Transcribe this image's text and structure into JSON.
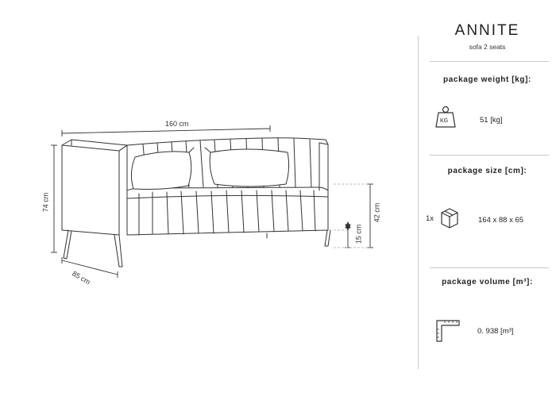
{
  "product": {
    "name": "ANNITE",
    "subtitle": "sofa 2 seats"
  },
  "dimensions": {
    "width": "160 cm",
    "height": "74 cm",
    "depth": "85 cm",
    "seat_height": "42 cm",
    "leg_height": "15 cm"
  },
  "package_weight": {
    "heading": "package weight [kg]:",
    "icon_label": "KG",
    "value": "51 [kg]"
  },
  "package_size": {
    "heading": "package size [cm]:",
    "count": "1x",
    "value": "164 x 88 x 65"
  },
  "package_volume": {
    "heading": "package volume [m³]:",
    "value": "0. 938 [m³]"
  }
}
